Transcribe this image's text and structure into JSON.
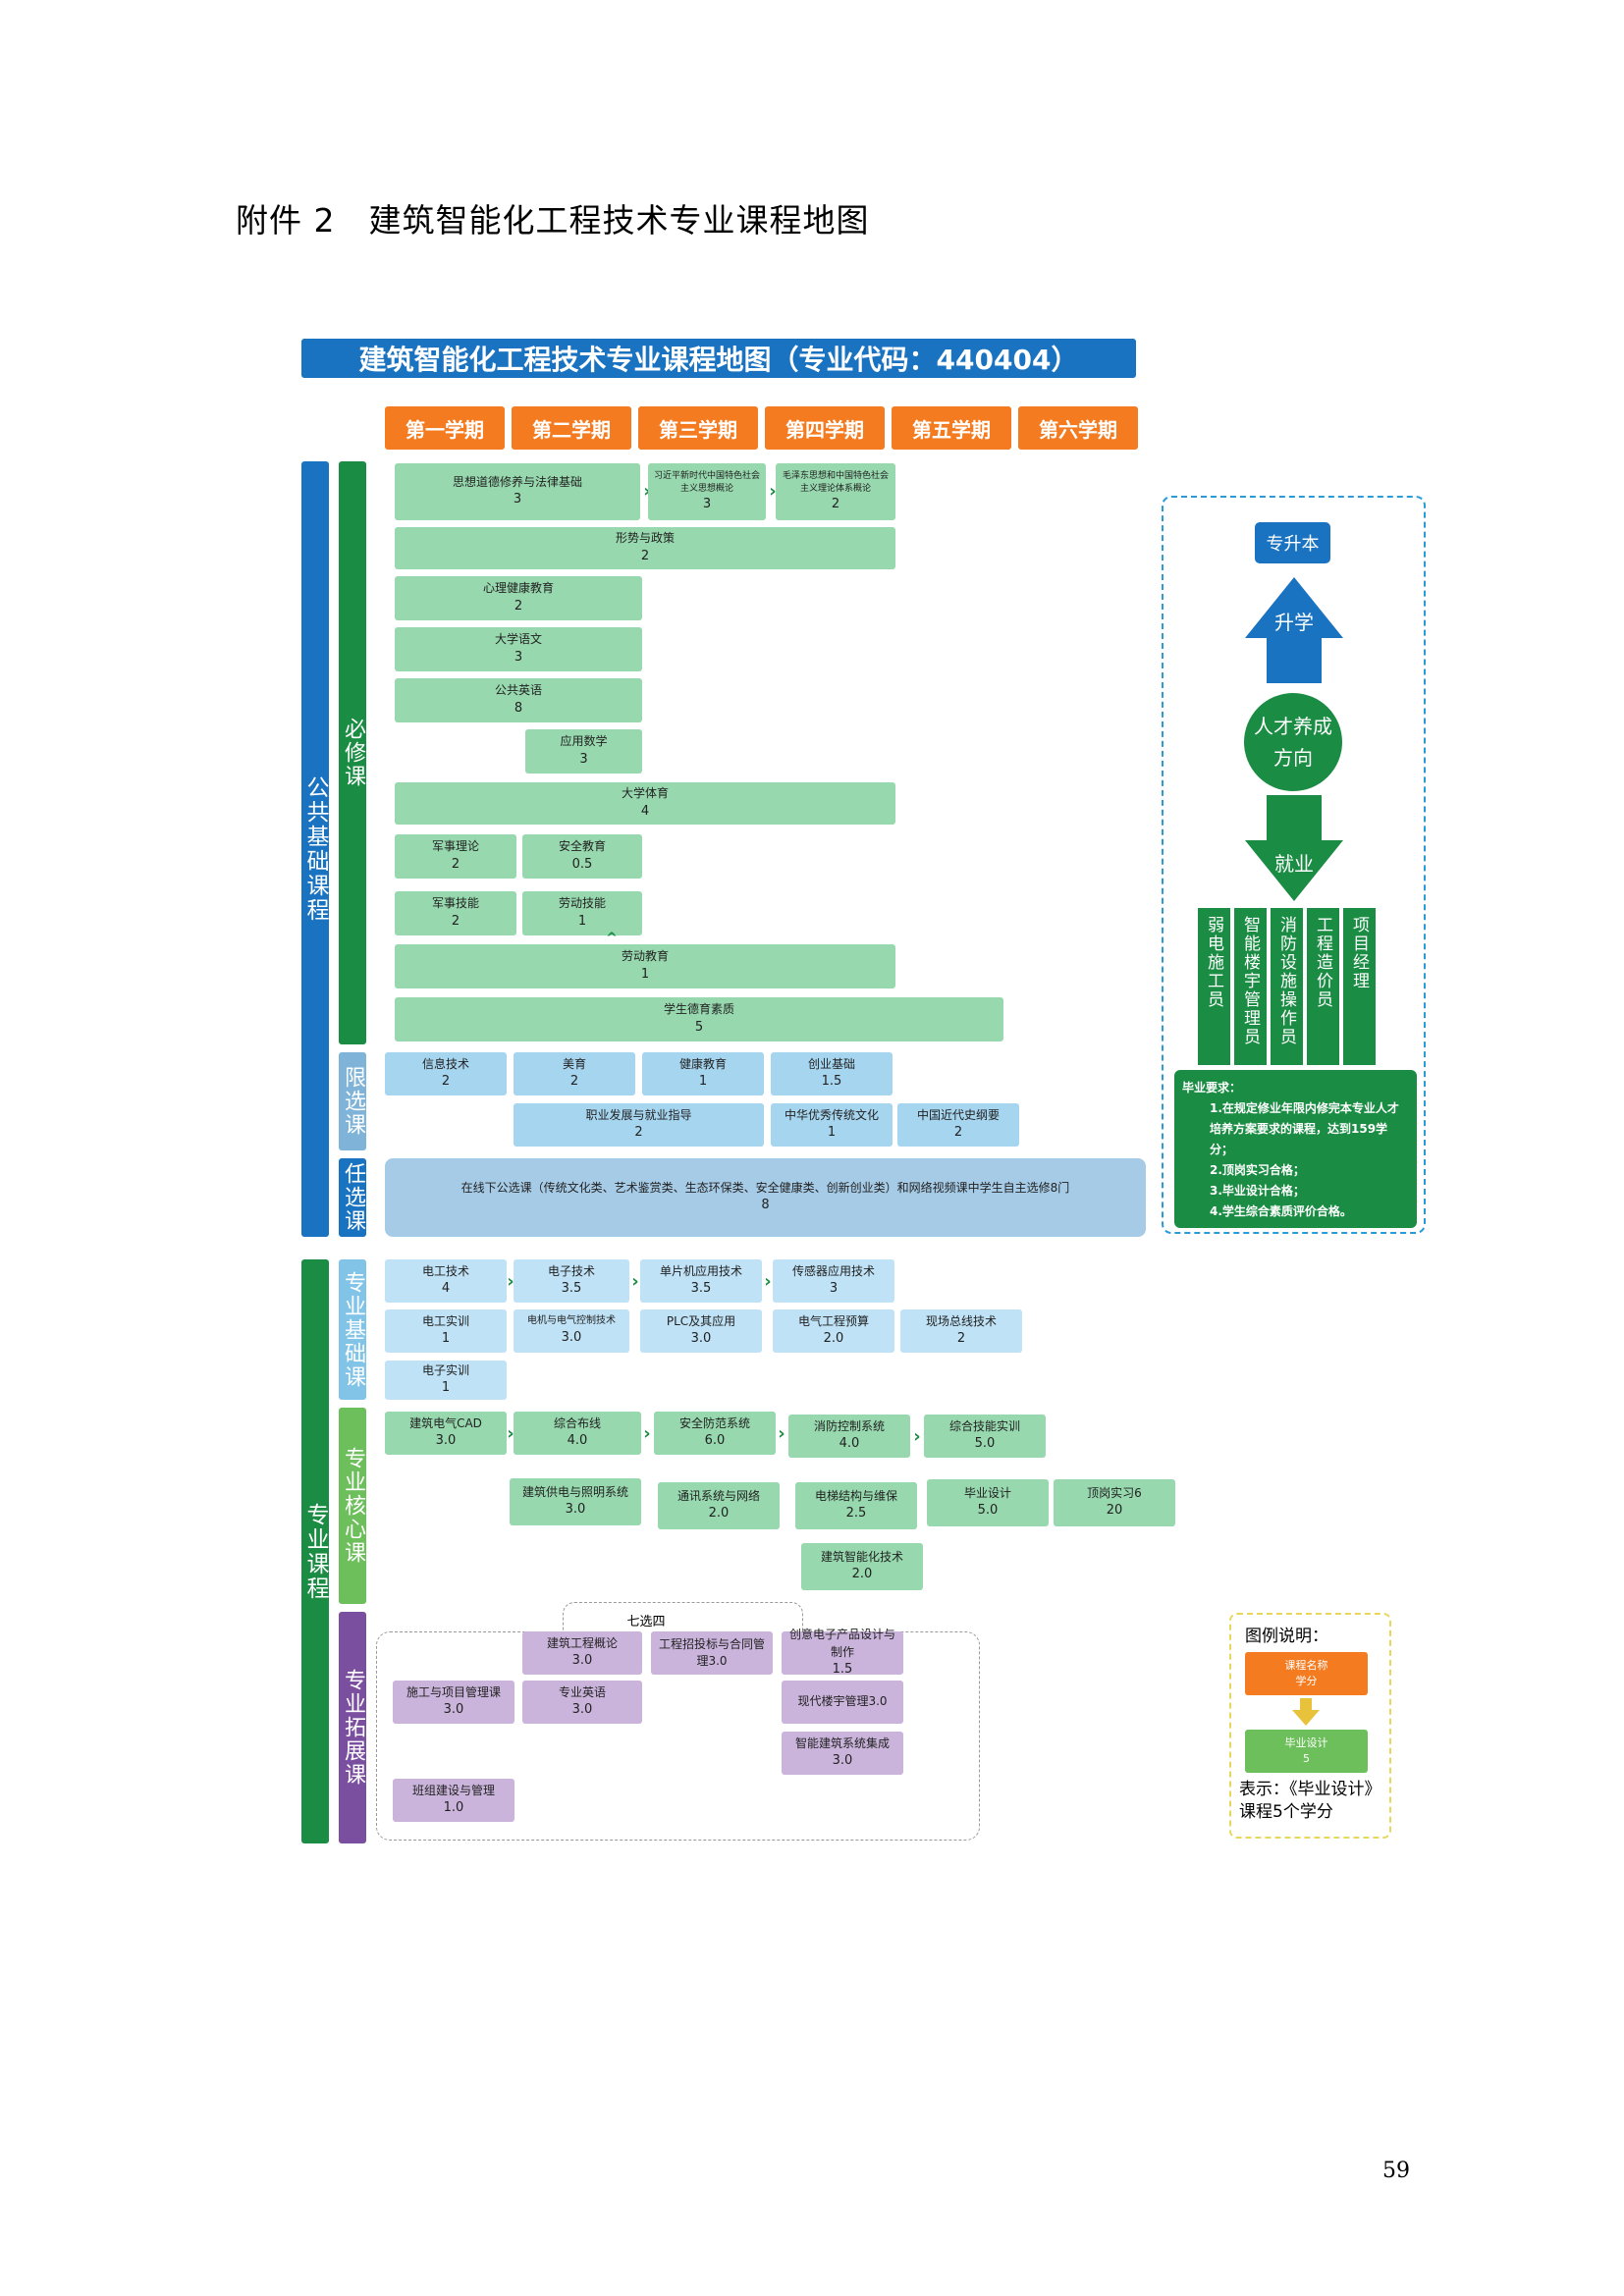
{
  "page": {
    "heading": "附件 2　建筑智能化工程技术专业课程地图",
    "page_number": "59"
  },
  "map": {
    "title": "建筑智能化工程技术专业课程地图（专业代码：440404）",
    "semesters": [
      "第一学期",
      "第二学期",
      "第三学期",
      "第四学期",
      "第五学期",
      "第六学期"
    ]
  },
  "categories": {
    "public": "公共基础课程",
    "required": "必修课",
    "limited": "限选课",
    "elective": "任选课",
    "professional": "专业课程",
    "pro_basic": "专业基础课",
    "pro_core": "专业核心课",
    "pro_ext": "专业拓展课"
  },
  "courses": {
    "sixiang": {
      "name": "思想道德修养与法律基础",
      "credit": "3"
    },
    "xi": {
      "name": "习近平新时代中国特色社会主义思想概论",
      "credit": "3"
    },
    "mao": {
      "name": "毛泽东思想和中国特色社会主义理论体系概论",
      "credit": "2"
    },
    "xingshi": {
      "name": "形势与政策",
      "credit": "2"
    },
    "xinli": {
      "name": "心理健康教育",
      "credit": "2"
    },
    "yuwen": {
      "name": "大学语文",
      "credit": "3"
    },
    "yingyu": {
      "name": "公共英语",
      "credit": "8"
    },
    "shuxue": {
      "name": "应用数学",
      "credit": "3"
    },
    "tiyu": {
      "name": "大学体育",
      "credit": "4"
    },
    "junshililun": {
      "name": "军事理论",
      "credit": "2"
    },
    "anquan": {
      "name": "安全教育",
      "credit": "0.5"
    },
    "junshijineng": {
      "name": "军事技能",
      "credit": "2"
    },
    "laodongjineng": {
      "name": "劳动技能",
      "credit": "1"
    },
    "laodongjiaoyu": {
      "name": "劳动教育",
      "credit": "1"
    },
    "suzhi": {
      "name": "学生德育素质",
      "credit": "5"
    },
    "xinxi": {
      "name": "信息技术",
      "credit": "2"
    },
    "meiyu": {
      "name": "美育",
      "credit": "2"
    },
    "jiankang": {
      "name": "健康教育",
      "credit": "1"
    },
    "chuangye": {
      "name": "创业基础",
      "credit": "1.5"
    },
    "zhiye": {
      "name": "职业发展与就业指导",
      "credit": "2"
    },
    "chuantong": {
      "name": "中华优秀传统文化",
      "credit": "1"
    },
    "jindaishi": {
      "name": "中国近代史纲要",
      "credit": "2"
    },
    "renxuan": {
      "name": "在线下公选课（传统文化类、艺术鉴赏类、生态环保类、安全健康类、创新创业类）和网络视频课中学生自主选修8门",
      "credit": "8"
    },
    "diangong": {
      "name": "电工技术",
      "credit": "4"
    },
    "dianzi": {
      "name": "电子技术",
      "credit": "3.5"
    },
    "danpianji": {
      "name": "单片机应用技术",
      "credit": "3.5"
    },
    "chuanganqi": {
      "name": "传感器应用技术",
      "credit": "3"
    },
    "diangongshixun": {
      "name": "电工实训",
      "credit": "1"
    },
    "dianji": {
      "name": "电机与电气控制技术",
      "credit": "3.0"
    },
    "plc": {
      "name": "PLC及其应用",
      "credit": "3.0"
    },
    "yusuan": {
      "name": "电气工程预算",
      "credit": "2.0"
    },
    "zongxian": {
      "name": "现场总线技术",
      "credit": "2"
    },
    "dianzishixun": {
      "name": "电子实训",
      "credit": "1"
    },
    "cad": {
      "name": "建筑电气CAD",
      "credit": "3.0"
    },
    "buxian": {
      "name": "综合布线",
      "credit": "4.0"
    },
    "anfang": {
      "name": "安全防范系统",
      "credit": "6.0"
    },
    "xiaofang": {
      "name": "消防控制系统",
      "credit": "4.0"
    },
    "zonghe": {
      "name": "综合技能实训",
      "credit": "5.0"
    },
    "gongdian": {
      "name": "建筑供电与照明系统",
      "credit": "3.0"
    },
    "tongxun": {
      "name": "通讯系统与网络",
      "credit": "2.0"
    },
    "dianti": {
      "name": "电梯结构与维保",
      "credit": "2.5"
    },
    "biye": {
      "name": "毕业设计",
      "credit": "5.0"
    },
    "dinggang": {
      "name": "顶岗实习6",
      "credit": "20"
    },
    "zhinenghua": {
      "name": "建筑智能化技术",
      "credit": "2.0"
    },
    "qixuansi": "七选四",
    "gongchenggailun": {
      "name": "建筑工程概论",
      "credit": "3.0"
    },
    "zhaobiao": {
      "name": "工程招投标与合同管理3.0"
    },
    "chuangyi": {
      "name": "创意电子产品设计与制作",
      "credit": "1.5"
    },
    "shigong": {
      "name": "施工与项目管理课",
      "credit": "3.0"
    },
    "zhuanye_yingyu": {
      "name": "专业英语",
      "credit": "3.0"
    },
    "louyu": {
      "name": "现代楼宇管理3.0"
    },
    "jicheng": {
      "name": "智能建筑系统集成",
      "credit": "3.0"
    },
    "banzu": {
      "name": "班组建设与管理",
      "credit": "1.0"
    }
  },
  "side": {
    "upgrade": "专升本",
    "up_label": "升学",
    "direction_line1": "人才养成",
    "direction_line2": "方向",
    "job_label": "就业",
    "jobs": [
      "弱电施工员",
      "智能楼宇管理员",
      "消防设施操作员",
      "工程造价员",
      "项目经理"
    ],
    "req_title": "毕业要求：",
    "req_items": [
      "1.在规定修业年限内修完本专业人才培养方案要求的课程，达到159学分；",
      "2.顶岗实习合格；",
      "3.毕业设计合格；",
      "4.学生综合素质评价合格。"
    ]
  },
  "legend": {
    "title": "图例说明：",
    "box1_line1": "课程名称",
    "box1_line2": "学分",
    "box2_line1": "毕业设计",
    "box2_line2": "5",
    "note": "表示：《毕业设计》课程5个学分"
  },
  "colors": {
    "blue": "#1a73c1",
    "orange": "#f47b20",
    "green": "#1a8c43",
    "light_green": "#97d8ae",
    "light_blue": "#a6d5f0",
    "purple": "#7b4fa0",
    "light_purple": "#cbb4dc"
  }
}
